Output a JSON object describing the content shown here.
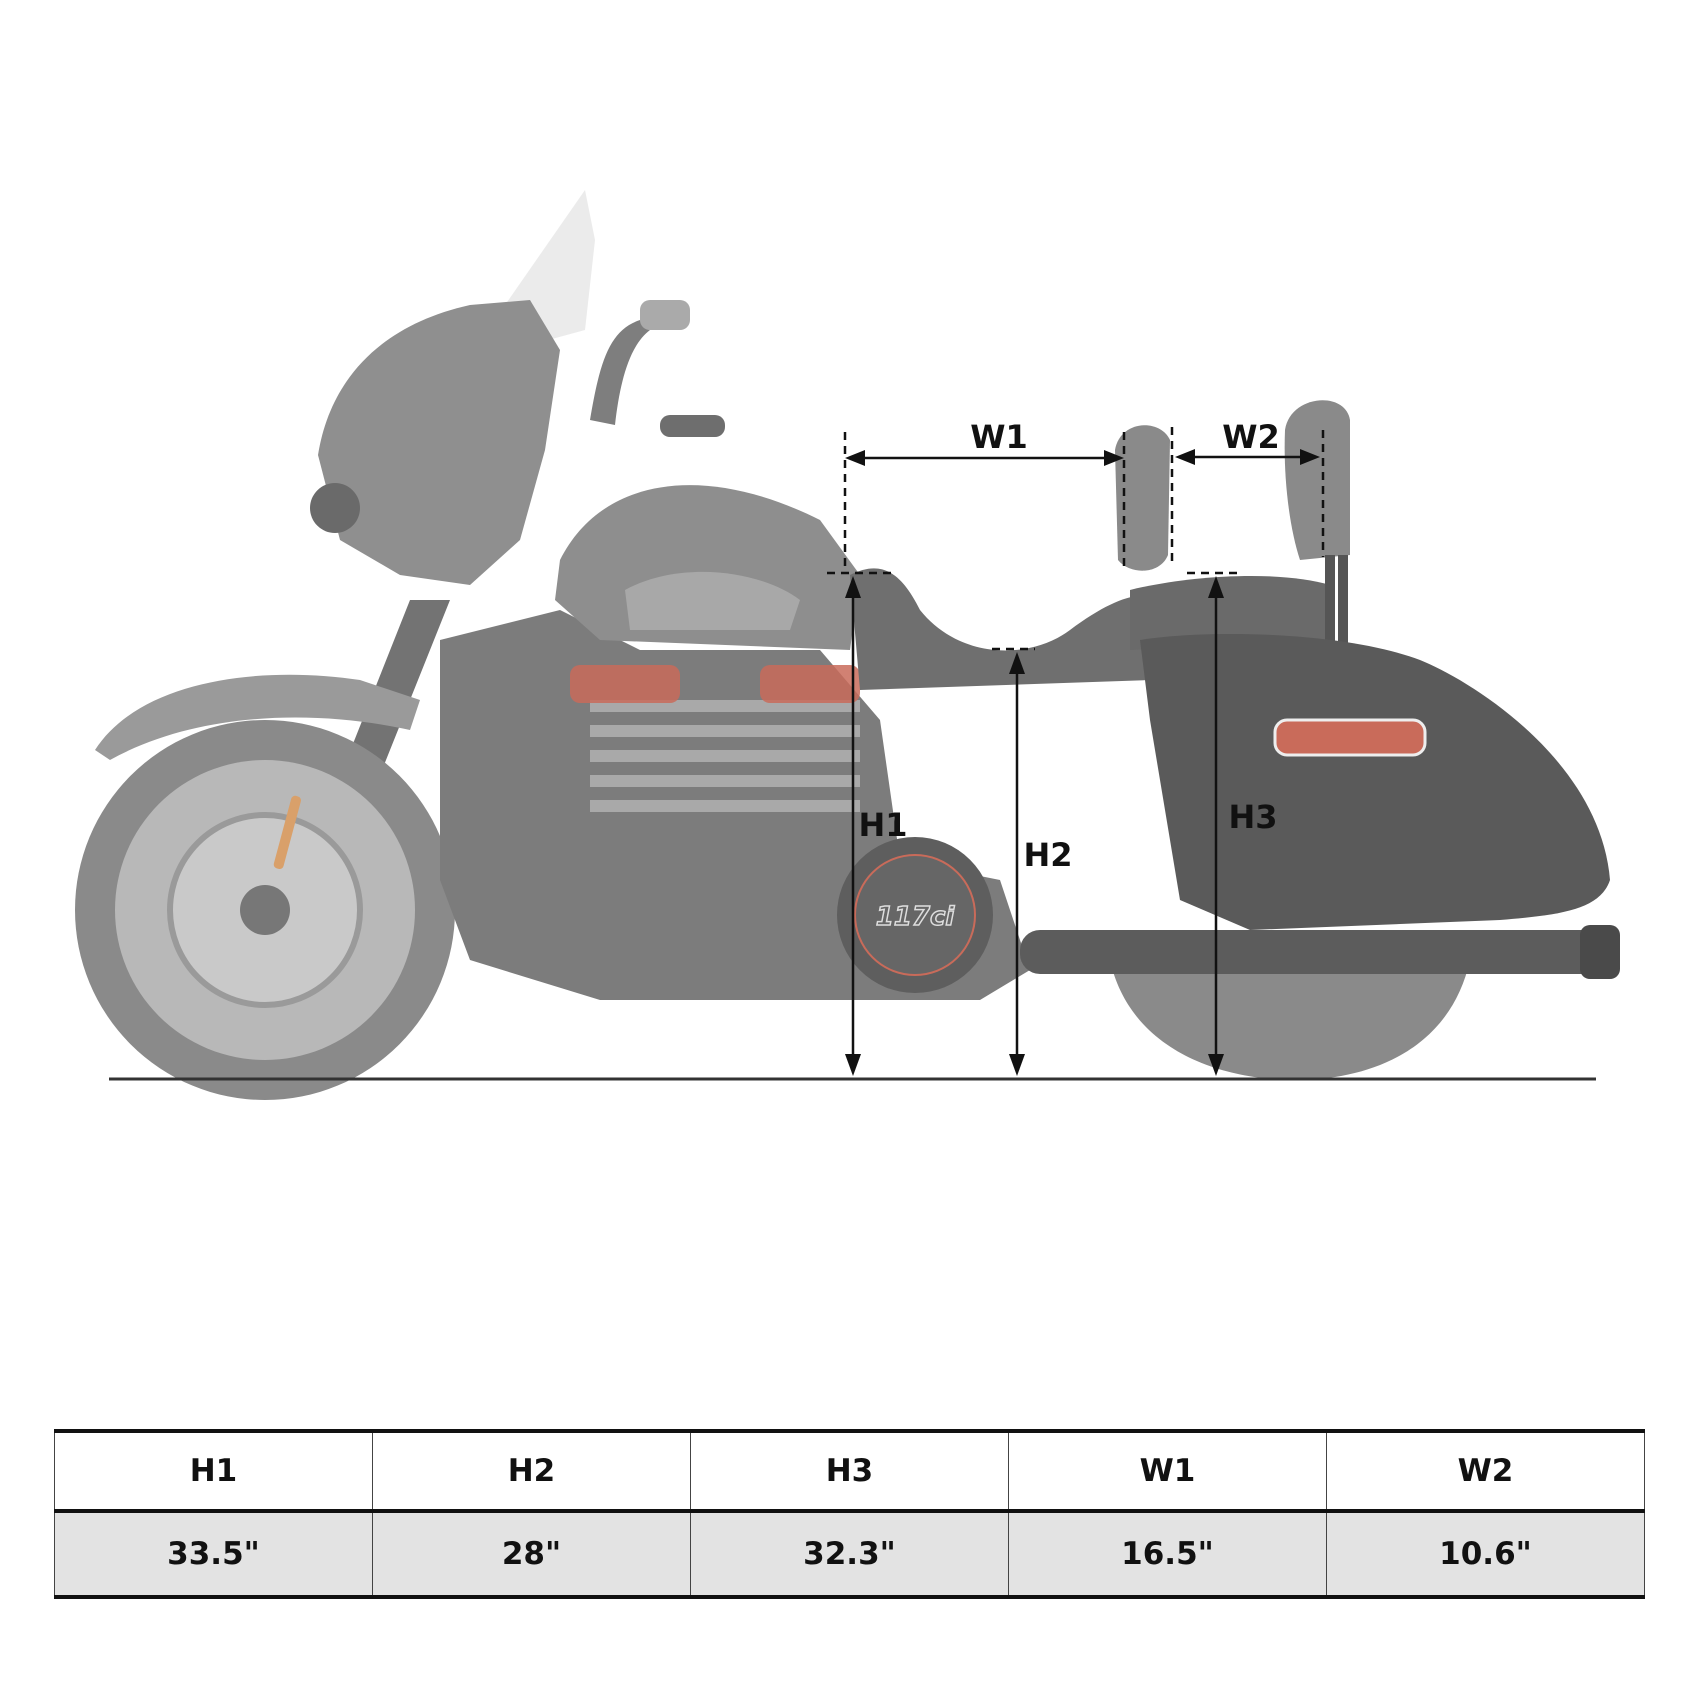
{
  "diagram": {
    "subject": "touring motorcycle side view with passenger sissy bar backrest",
    "engine_badge": "117ci",
    "dimension_labels": {
      "h1": "H1",
      "h2": "H2",
      "h3": "H3",
      "w1": "W1",
      "w2": "W2"
    },
    "colors": {
      "bike_grey": "#9e9e9e",
      "bike_dark": "#7a7a7a",
      "line": "#111111",
      "accent_red": "#c96b5a",
      "reflector_orange": "#d9a06a"
    }
  },
  "table": {
    "headers": [
      "H1",
      "H2",
      "H3",
      "W1",
      "W2"
    ],
    "values": [
      "33.5\"",
      "28\"",
      "32.3\"",
      "16.5\"",
      "10.6\""
    ],
    "value_row_bg": "#e3e3e3"
  }
}
